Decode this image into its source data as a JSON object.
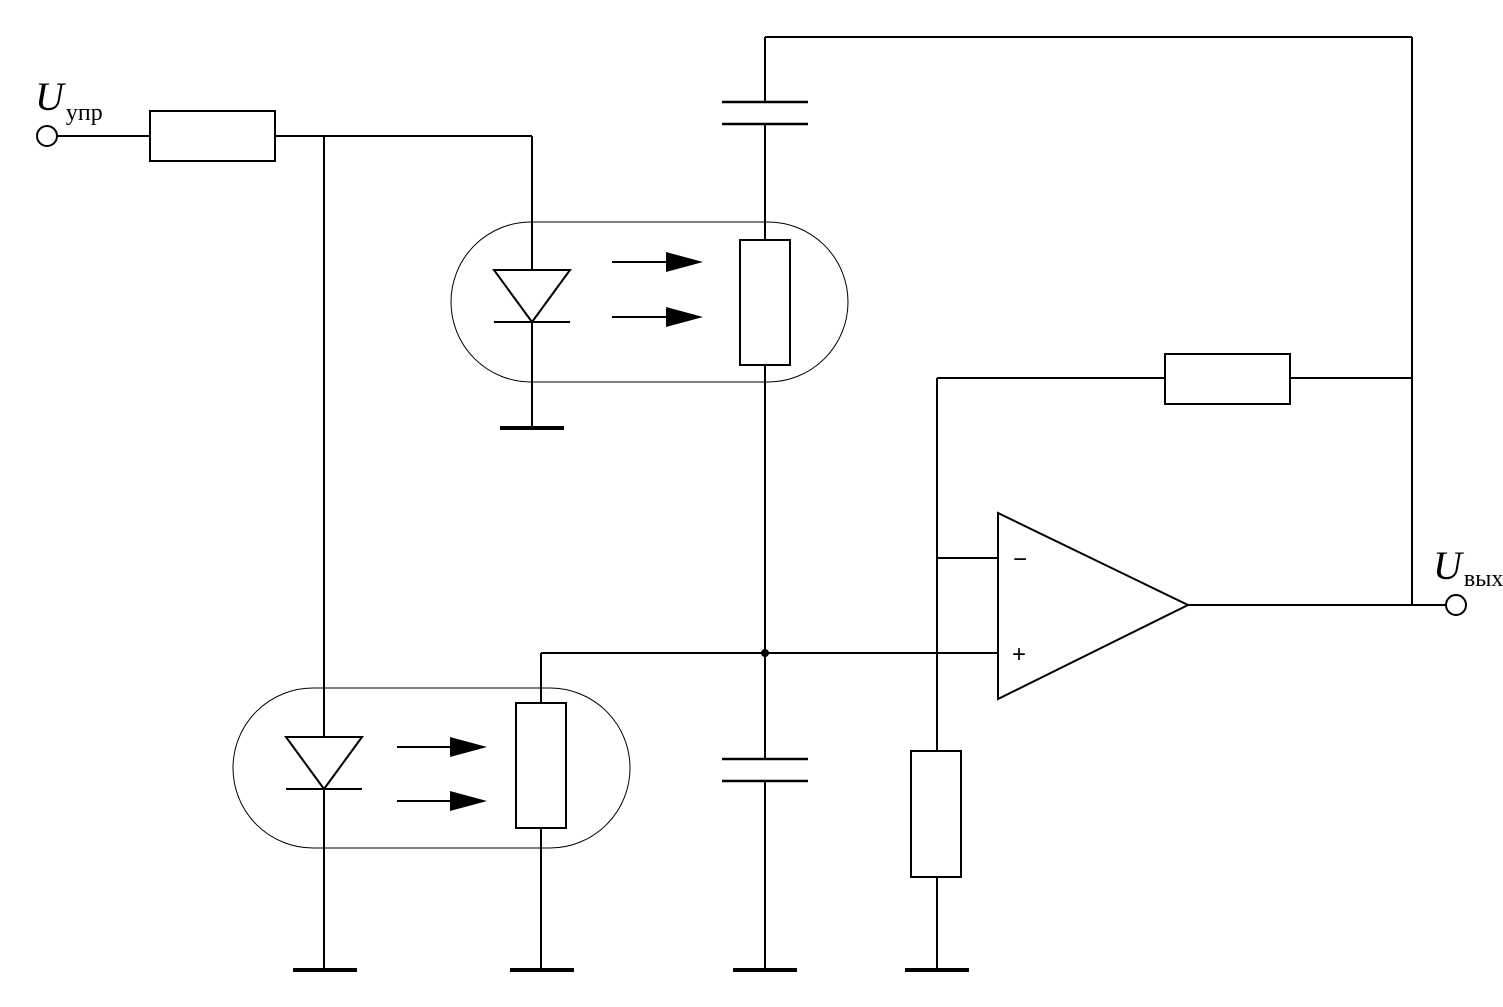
{
  "labels": {
    "input": {
      "symbol": "U",
      "subscript": "упр"
    },
    "output": {
      "symbol": "U",
      "subscript": "вых"
    }
  },
  "opamp": {
    "minus_sign": "−",
    "plus_sign": "+"
  }
}
